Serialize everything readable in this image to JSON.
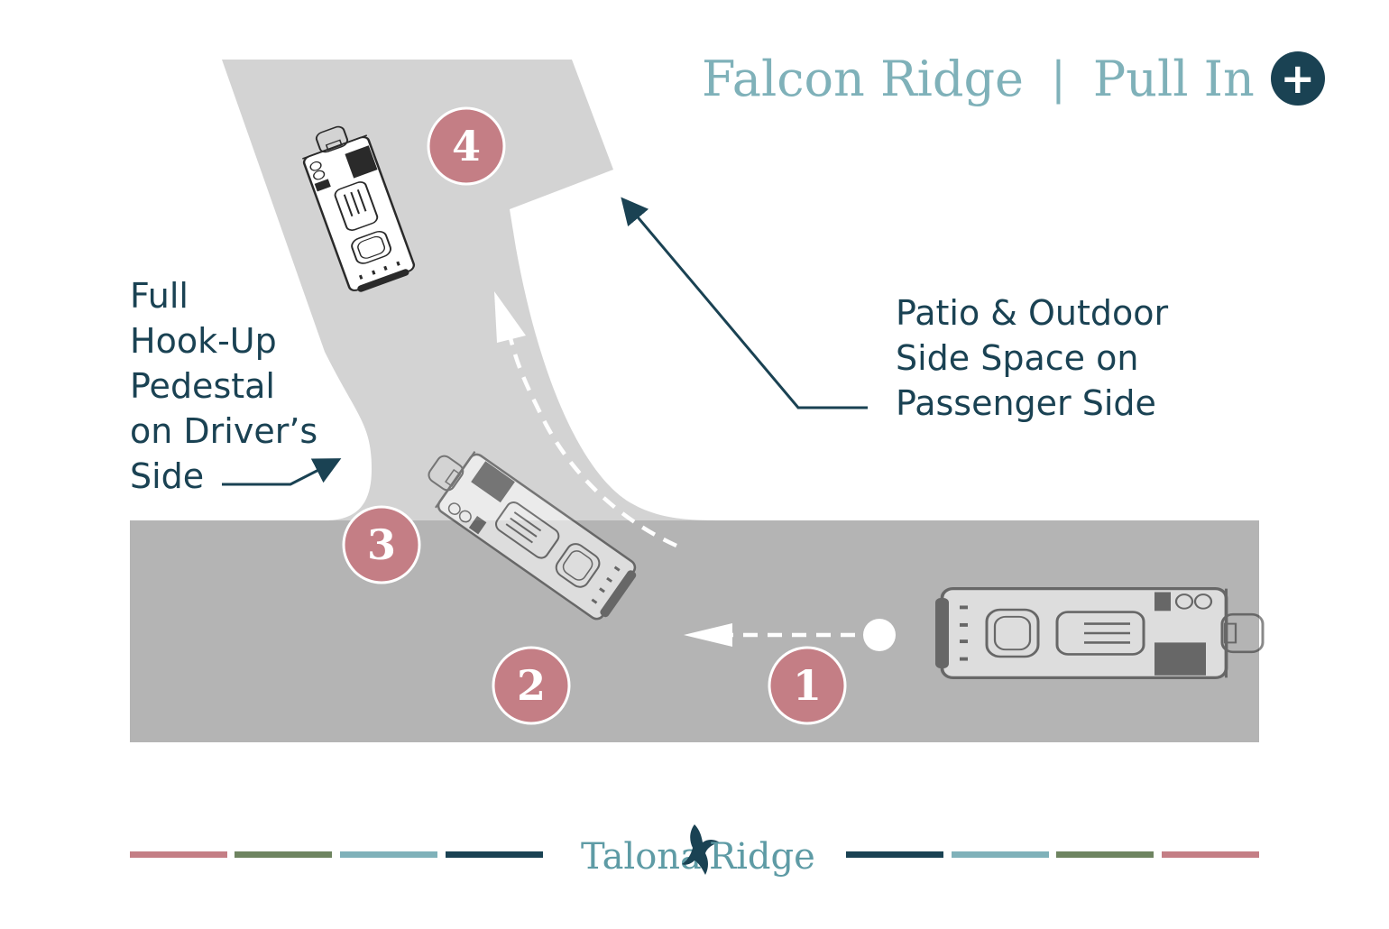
{
  "header": {
    "site_name": "Falcon Ridge",
    "separator": "|",
    "maneuver": "Pull In",
    "badge_symbol": "+"
  },
  "labels": {
    "pedestal": [
      "Full",
      "Hook-Up",
      "Pedestal",
      "on Driver’s",
      "Side"
    ],
    "patio": [
      "Patio & Outdoor",
      "Side Space on",
      "Passenger Side"
    ]
  },
  "steps": [
    "1",
    "2",
    "3",
    "4"
  ],
  "brand": {
    "left": "Talona",
    "right": "Ridge",
    "icon": "hawk-icon"
  },
  "colors": {
    "navy": "#1a4253",
    "teal": "#7fb1b9",
    "rose": "#c47e85",
    "olive": "#6e8460",
    "road": "#b4b4b4",
    "pad": "#d3d3d3"
  },
  "icons": [
    "plus-icon",
    "rv-icon",
    "arrow-icon",
    "hawk-icon"
  ]
}
